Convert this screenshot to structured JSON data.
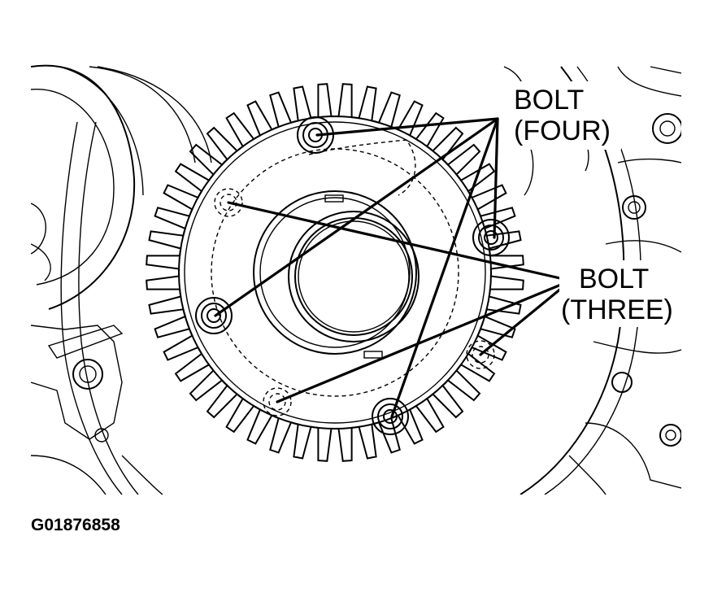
{
  "callouts": {
    "bolt_four": {
      "line1": "BOLT",
      "line2": "(FOUR)"
    },
    "bolt_three": {
      "line1": "BOLT",
      "line2": "(THREE)"
    }
  },
  "figure_id": "G01876858",
  "colors": {
    "ink": "#000000",
    "paper": "#ffffff"
  }
}
